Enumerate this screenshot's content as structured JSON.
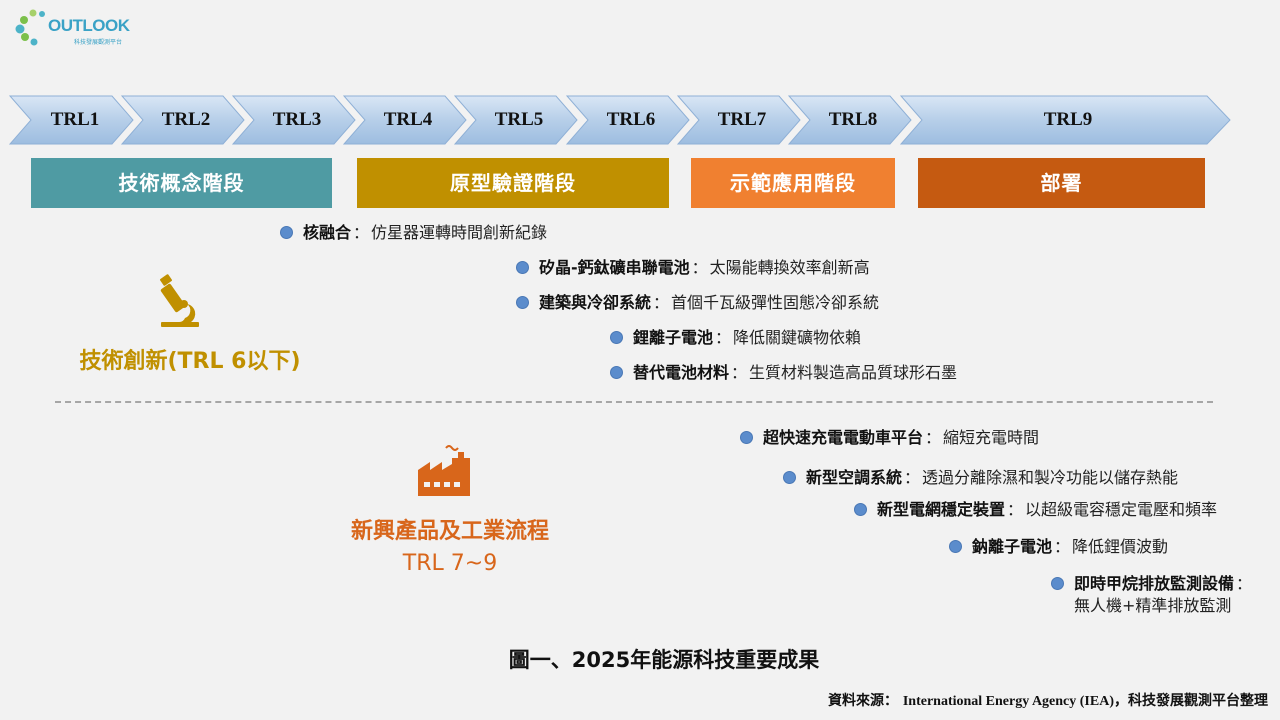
{
  "logo": {
    "name": "OUTLOOK",
    "subtitle": "科技發展觀測平台"
  },
  "trl_levels": [
    "TRL1",
    "TRL2",
    "TRL3",
    "TRL4",
    "TRL5",
    "TRL6",
    "TRL7",
    "TRL8",
    "TRL9"
  ],
  "phases": [
    {
      "label": "技術概念階段",
      "color": "#4f9ba3"
    },
    {
      "label": "原型驗證階段",
      "color": "#c09000"
    },
    {
      "label": "示範應用階段",
      "color": "#f08030"
    },
    {
      "label": "部署",
      "color": "#c55a11"
    }
  ],
  "categories": {
    "innovation": {
      "title": "技術創新(TRL 6以下)",
      "icon": "microscope-icon",
      "color": "#c09000"
    },
    "industry": {
      "title_line1": "新興產品及工業流程",
      "title_line2": "TRL 7~9",
      "icon": "factory-icon",
      "color": "#d8661b"
    }
  },
  "innovation_items": [
    {
      "name": "核融合",
      "desc": "仿星器運轉時間創新紀錄"
    },
    {
      "name": "矽晶-鈣鈦礦串聯電池",
      "desc": "太陽能轉換效率創新高"
    },
    {
      "name": "建築與冷卻系統",
      "desc": "首個千瓦級彈性固態冷卻系統"
    },
    {
      "name": "鋰離子電池",
      "desc": "降低關鍵礦物依賴"
    },
    {
      "name": "替代電池材料",
      "desc": "生質材料製造高品質球形石墨"
    }
  ],
  "industry_items": [
    {
      "name": "超快速充電電動車平台",
      "desc": "縮短充電時間"
    },
    {
      "name": "新型空調系統",
      "desc": "透過分離除濕和製冷功能以儲存熱能"
    },
    {
      "name": "新型電網穩定裝置",
      "desc": "以超級電容穩定電壓和頻率"
    },
    {
      "name": "鈉離子電池",
      "desc": "降低鋰價波動"
    },
    {
      "name": "即時甲烷排放監測設備",
      "desc": "無人機+精準排放監測"
    }
  ],
  "separator": "：",
  "caption": "圖一、2025年能源科技重要成果",
  "source": {
    "prefix": "資料來源：",
    "org": "International Energy Agency (IEA)",
    "suffix": "，科技發展觀測平台整理"
  }
}
